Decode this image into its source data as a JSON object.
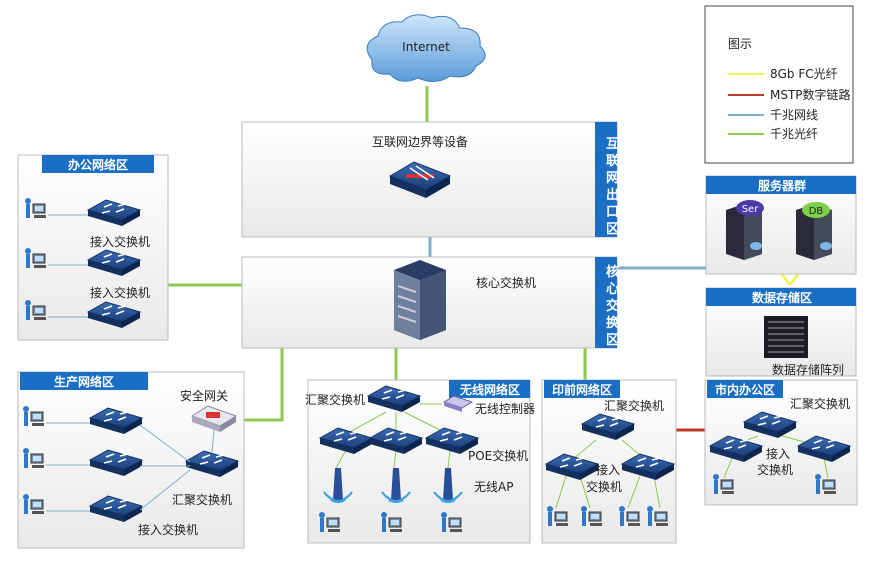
{
  "internet": {
    "label": "Internet"
  },
  "legend": {
    "title": "图示",
    "items": [
      {
        "label": "8Gb  FC光纤",
        "color": "#f2f24a"
      },
      {
        "label": "MSTP数字链路",
        "color": "#c0392b"
      },
      {
        "label": "千兆网线",
        "color": "#7fb0c8"
      },
      {
        "label": "千兆光纤",
        "color": "#8ec850"
      }
    ]
  },
  "border_zone": {
    "device_label": "互联网边界等设备",
    "zone_label": "互联网出口区"
  },
  "core_zone": {
    "device_label": "核心交换机",
    "zone_label": "核心交换区"
  },
  "office_zone": {
    "title": "办公网络区",
    "switch_label_1": "接入交换机",
    "switch_label_2": "接入交换机"
  },
  "production_zone": {
    "title": "生产网络区",
    "gateway_label": "安全网关",
    "agg_label": "汇聚交换机",
    "access_label": "接入交换机"
  },
  "wireless_zone": {
    "title": "无线网络区",
    "agg_label": "汇聚交换机",
    "controller_label": "无线控制器",
    "poe_label": "POE交换机",
    "ap_label": "无线AP"
  },
  "prepress_zone": {
    "title": "印前网络区",
    "agg_label": "汇聚交换机",
    "access_label": "接入\n交换机"
  },
  "city_office_zone": {
    "title": "市内办公区",
    "agg_label": "汇聚交换机",
    "access_label": "接入\n交换机"
  },
  "server_zone": {
    "title": "服务器群",
    "server_a": "Ser",
    "server_b": "DB"
  },
  "storage_zone": {
    "title": "数据存储区",
    "array_label": "数据存储阵列"
  },
  "colors": {
    "blue_header": "#1a6fc4",
    "fiber": "#8ec850",
    "copper": "#7fb0c8",
    "fc": "#f2f24a",
    "mstp": "#c0392b"
  }
}
